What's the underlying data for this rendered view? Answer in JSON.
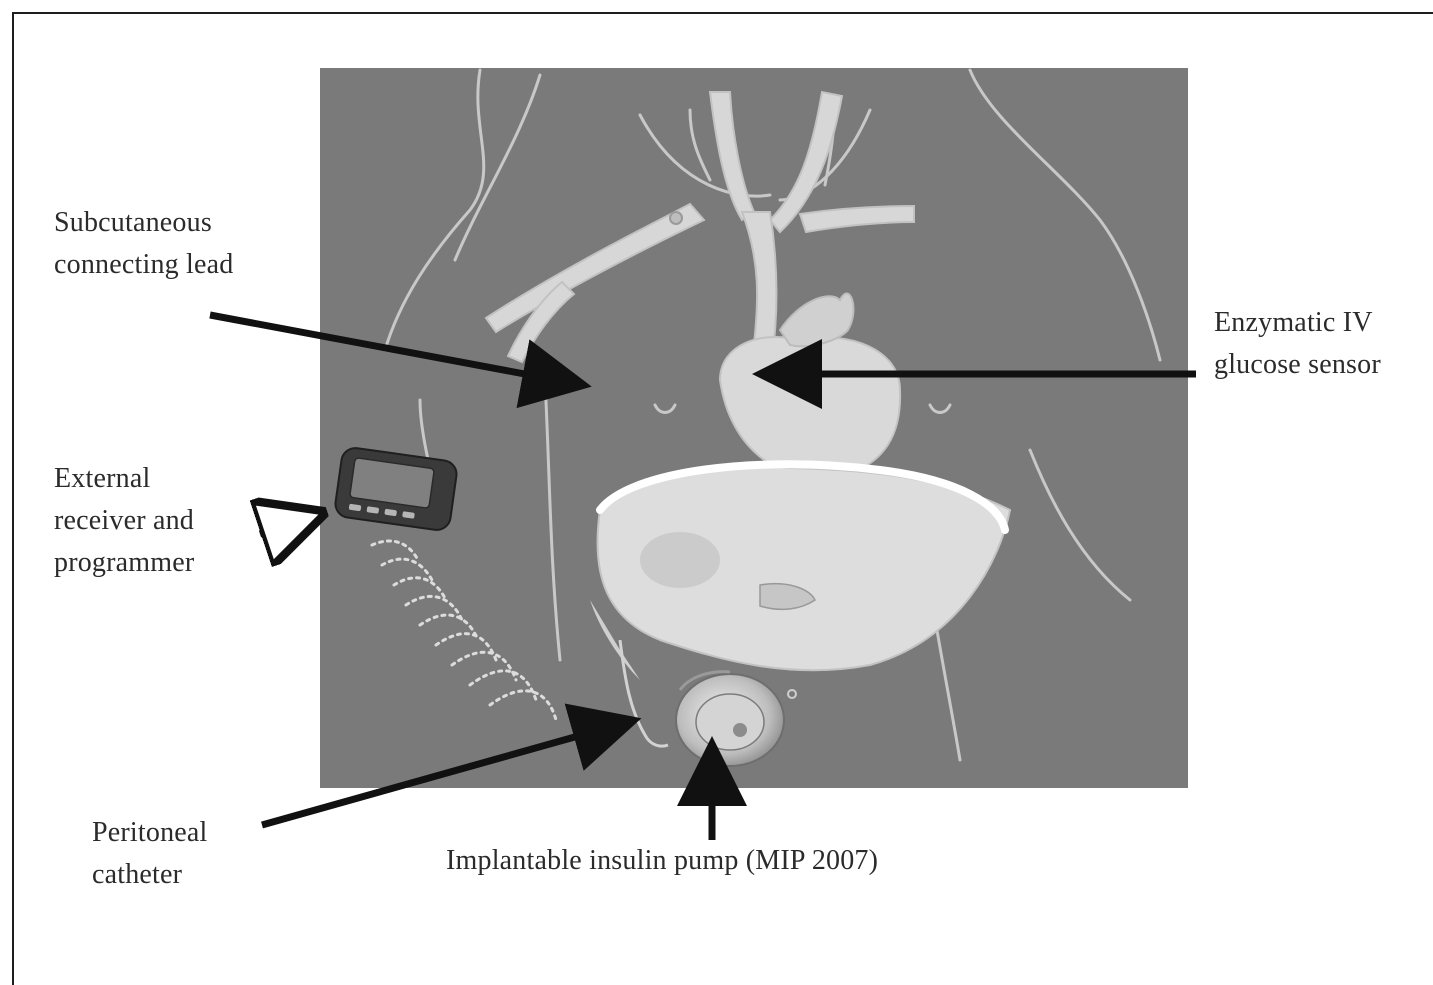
{
  "labels": {
    "subcutaneous_lead": [
      "Subcutaneous",
      "connecting lead"
    ],
    "enzymatic_sensor": [
      "Enzymatic IV",
      "glucose sensor"
    ],
    "external_receiver": [
      "External",
      "receiver and",
      "programmer"
    ],
    "peritoneal_catheter": [
      "Peritoneal",
      "catheter"
    ],
    "implantable_pump": "Implantable insulin pump (MIP 2007)"
  },
  "colors": {
    "background_panel": "#7a7a7a",
    "anatomy_fill": "#d7d7d7",
    "anatomy_outline": "#c4c4c4",
    "arrow": "#111111",
    "text": "#2b2b2b"
  }
}
